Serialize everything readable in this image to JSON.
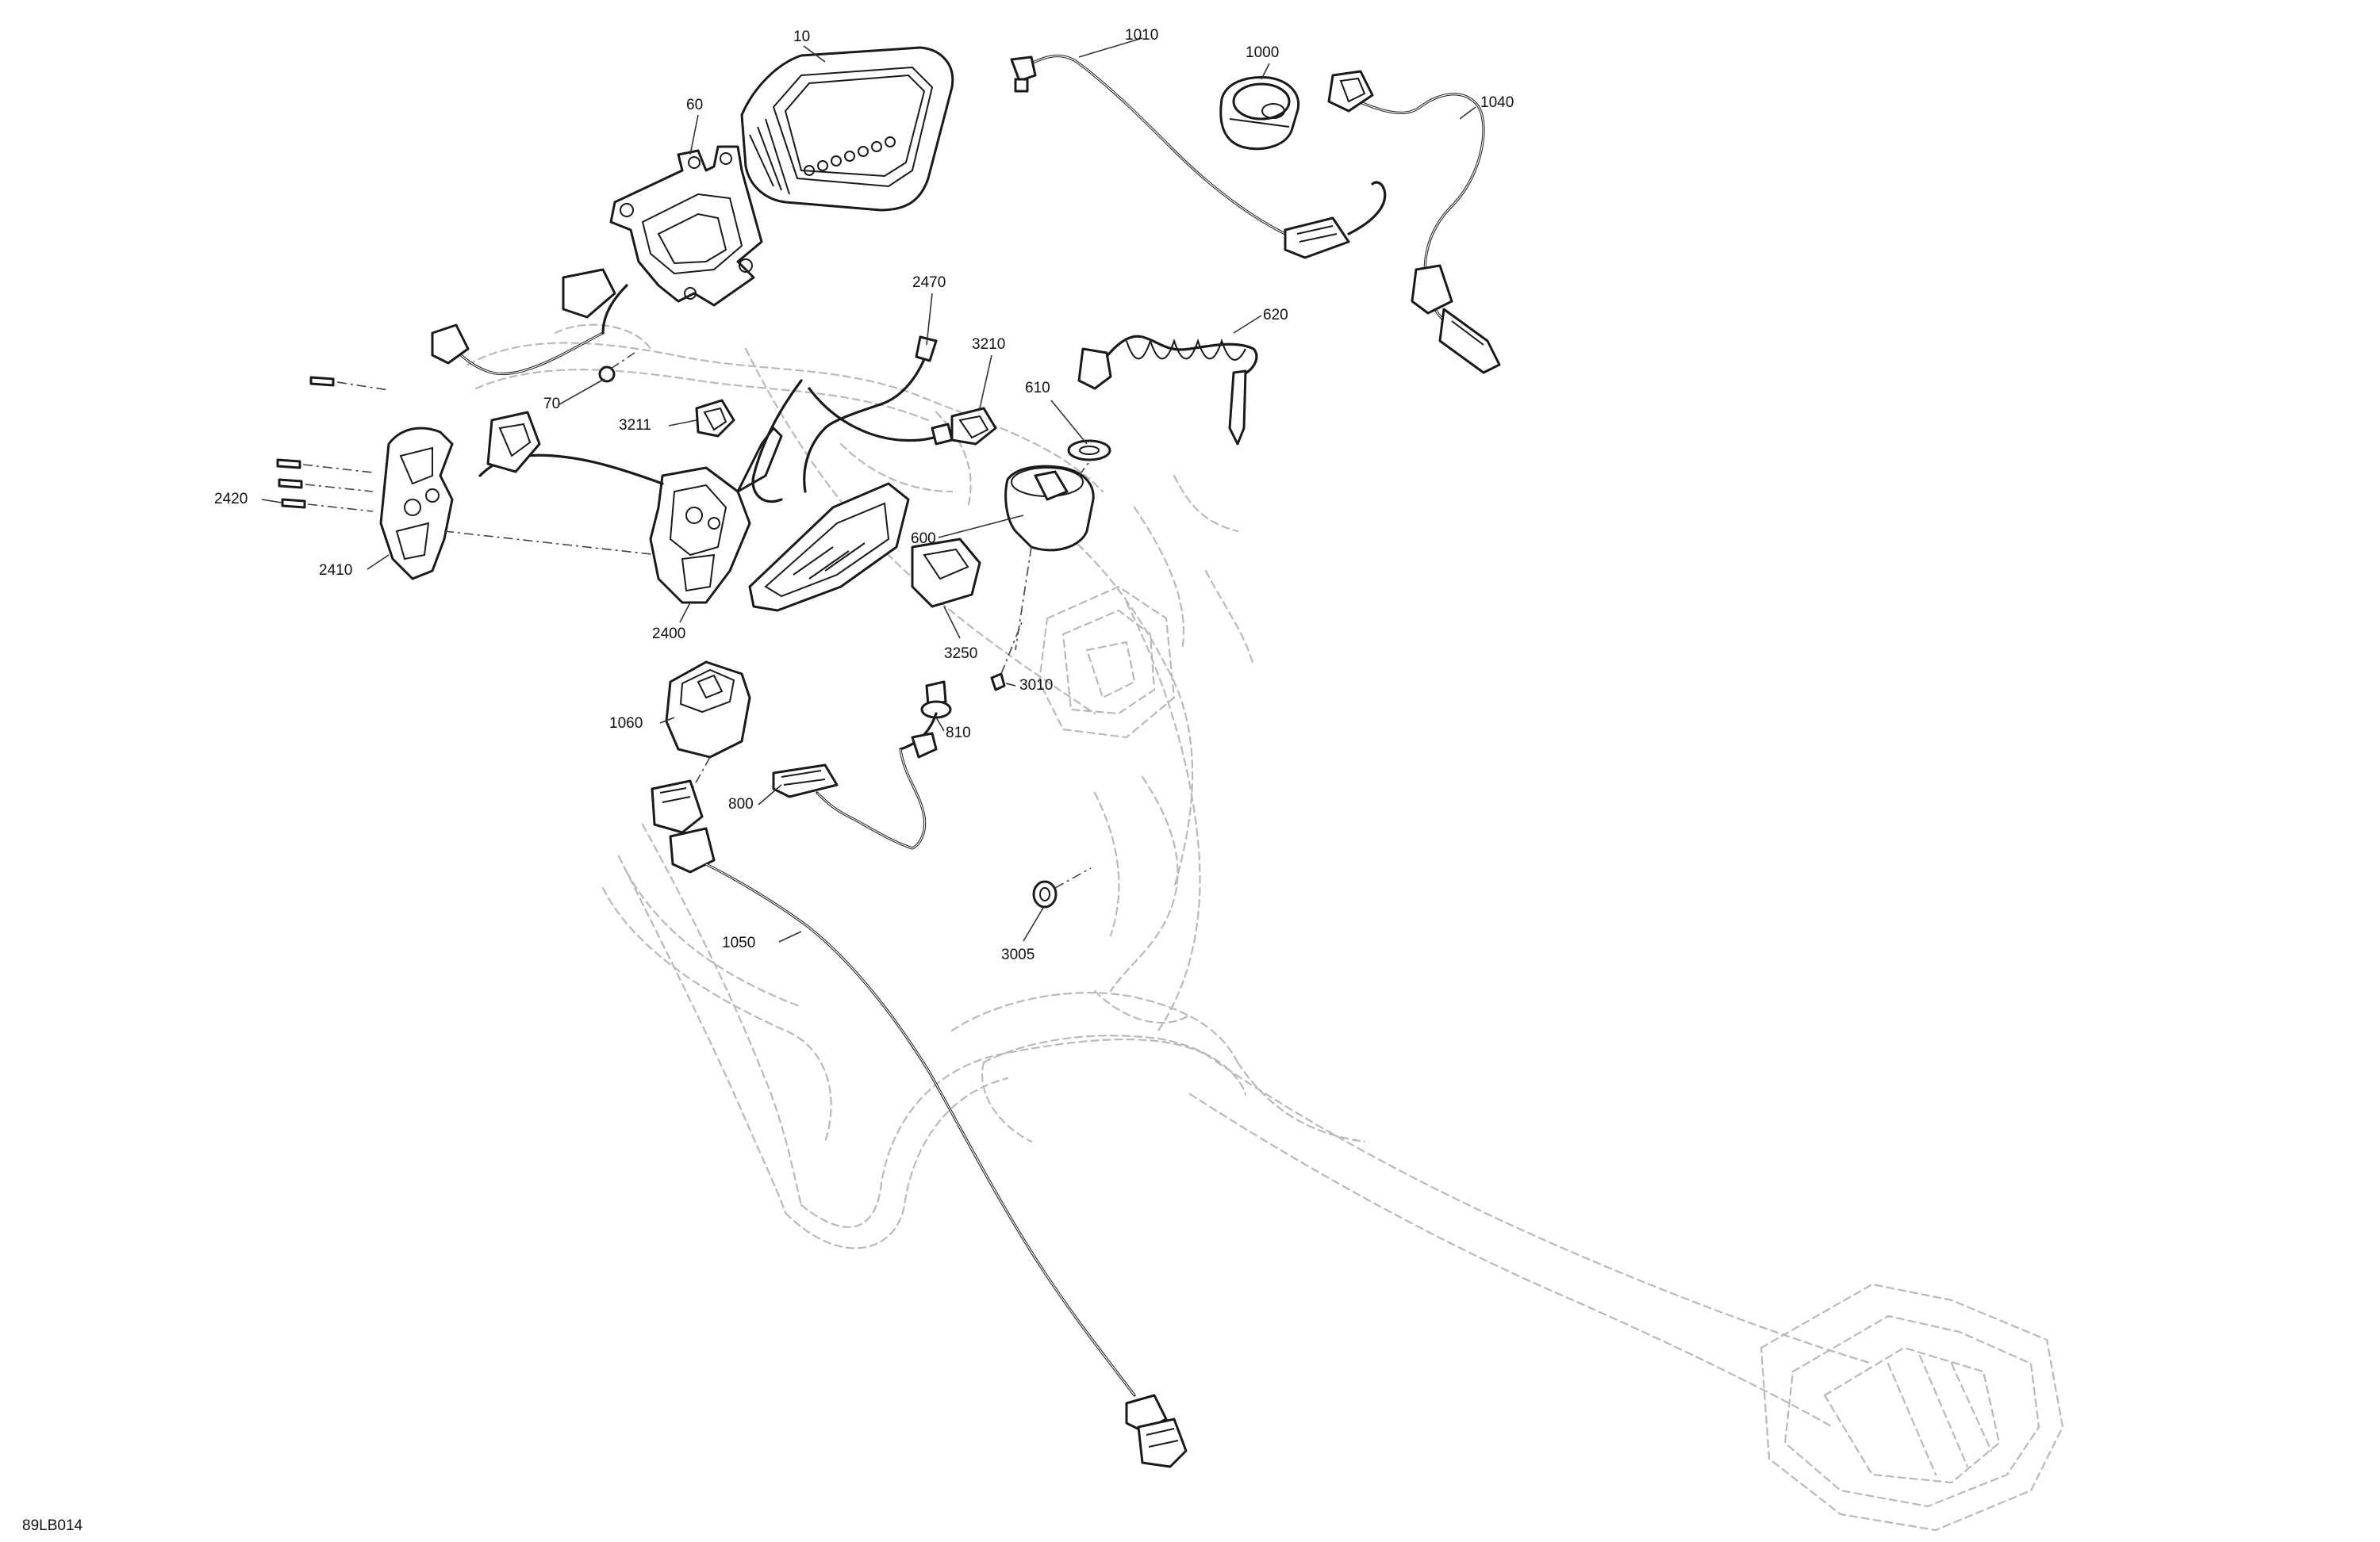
{
  "diagram_code": "89LB014",
  "callouts": {
    "c10": "10",
    "c60": "60",
    "c70": "70",
    "c600": "600",
    "c610": "610",
    "c620": "620",
    "c800": "800",
    "c810": "810",
    "c1000": "1000",
    "c1010": "1010",
    "c1040": "1040",
    "c1050": "1050",
    "c1060": "1060",
    "c2400": "2400",
    "c2410": "2410",
    "c2420": "2420",
    "c2470": "2470",
    "c3005": "3005",
    "c3010": "3010",
    "c3210": "3210",
    "c3211": "3211",
    "c3250": "3250"
  }
}
